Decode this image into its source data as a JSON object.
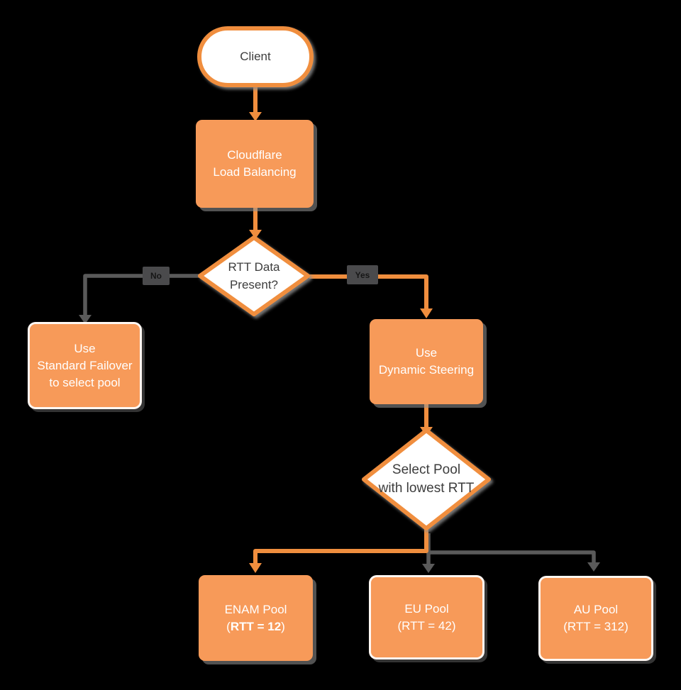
{
  "colors": {
    "background": "#000000",
    "node_fill": "#F79A59",
    "accent_stroke": "#F08E3E",
    "gray_stroke": "#5A5A5A",
    "text_dark": "#3D3D3D",
    "text_light": "#FFFFFF",
    "badge_bg": "#4A4A4C",
    "badge_text": "#161616"
  },
  "nodes": {
    "client": {
      "label": "Client"
    },
    "load_balancer": {
      "line1": "Cloudflare",
      "line2": "Load Balancing"
    },
    "rtt_decision": {
      "line1": "RTT Data",
      "line2": "Present?"
    },
    "standard_failover": {
      "line1": "Use",
      "line2": "Standard Failover",
      "line3": "to select pool"
    },
    "dynamic_steering": {
      "line1": "Use",
      "line2": "Dynamic Steering"
    },
    "select_pool": {
      "line1": "Select Pool",
      "line2": "with lowest RTT"
    },
    "enam_pool": {
      "line1": "ENAM Pool",
      "line2_prefix": "(",
      "line2_bold": "RTT = 12",
      "line2_suffix": ")"
    },
    "eu_pool": {
      "line1": "EU Pool",
      "line2": "(RTT = 42)"
    },
    "au_pool": {
      "line1": "AU Pool",
      "line2": "(RTT = 312)"
    }
  },
  "edges": {
    "no_label": "No",
    "yes_label": "Yes"
  }
}
